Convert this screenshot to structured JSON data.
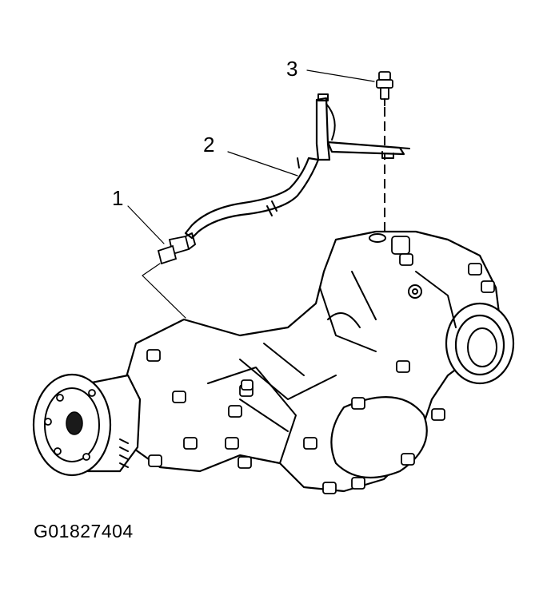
{
  "figure": {
    "id": "G01827404",
    "callouts": [
      "1",
      "2",
      "3"
    ]
  },
  "colors": {
    "line": "#000000",
    "background": "#ffffff"
  }
}
